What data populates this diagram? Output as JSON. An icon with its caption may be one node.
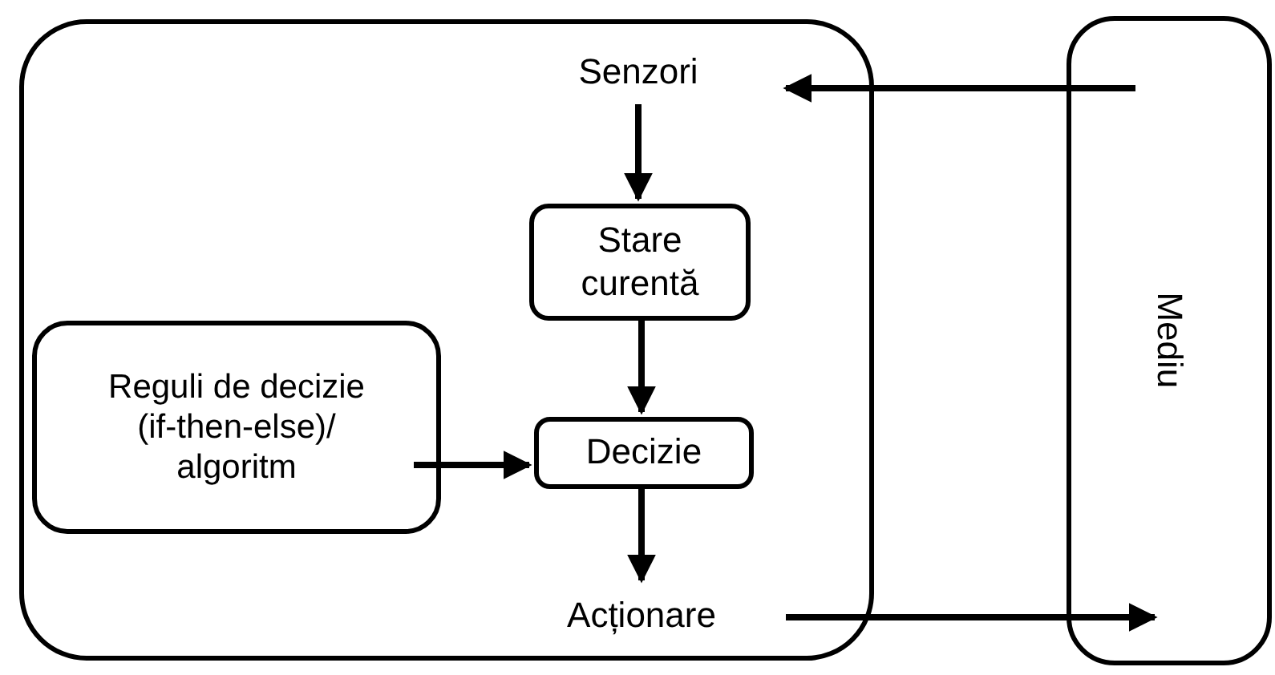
{
  "diagram": {
    "nodes": [
      {
        "text": [],
        "shape": "box"
      },
      {
        "text": [
          "Senzori"
        ],
        "in": 0
      },
      {
        "text": [
          "Stare curentă"
        ],
        "in": 0
      },
      {
        "text": [
          "Reguli de decizie (if-then-else)/ algoritm"
        ],
        "in": 0
      },
      {
        "text": [
          "Decizie"
        ],
        "in": 0
      },
      {
        "text": [
          "Acționare"
        ],
        "in": 0
      },
      {
        "text": [
          "Mediu"
        ]
      }
    ],
    "edges": [
      {
        "from": 6,
        "to": 1,
        "arrow": "to"
      },
      {
        "from": 1,
        "to": 2,
        "arrow": "to"
      },
      {
        "from": 2,
        "to": 4,
        "arrow": "to"
      },
      {
        "from": 3,
        "to": 4,
        "arrow": "to"
      },
      {
        "from": 4,
        "to": 5,
        "arrow": "to"
      },
      {
        "from": 5,
        "to": 6,
        "arrow": "to"
      }
    ]
  }
}
